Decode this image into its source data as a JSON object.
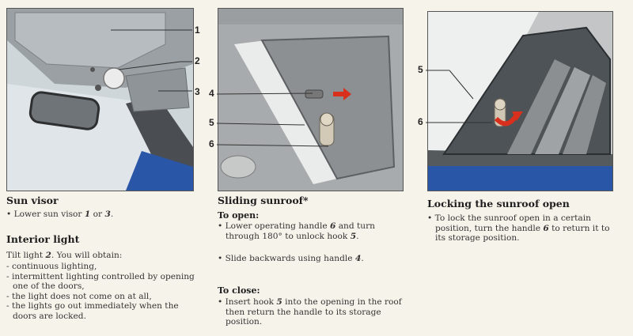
{
  "callouts": {
    "fig1": [
      "1",
      "2",
      "3"
    ],
    "fig2": [
      "4",
      "5",
      "6"
    ],
    "fig3": [
      "5",
      "6"
    ]
  },
  "sun_visor": {
    "title": "Sun visor",
    "line1_pre": "• Lower sun visor ",
    "line1_n1": "1",
    "line1_mid": " or ",
    "line1_n2": "3",
    "line1_post": "."
  },
  "interior_light": {
    "title": "Interior light",
    "intro_pre": "Tilt light ",
    "intro_n": "2",
    "intro_post": ". You will obtain:",
    "items": [
      "- continuous lighting,",
      "- intermittent lighting controlled by opening",
      "  one of the doors,",
      "- the light does not come on at all,",
      "- the lights go out immediately when the",
      "  doors are locked."
    ]
  },
  "sliding_sunroof": {
    "title": "Sliding sunroof*",
    "open_heading": "To open:",
    "open_b1_l1_pre": "• Lower operating handle ",
    "open_b1_l1_n": "6",
    "open_b1_l1_post": " and turn",
    "open_b1_l2_pre": "through 180° to unlock hook ",
    "open_b1_l2_n": "5",
    "open_b1_l2_post": ".",
    "open_b2_pre": "• Slide backwards using handle ",
    "open_b2_n": "4",
    "open_b2_post": ".",
    "close_heading": "To close:",
    "close_l1_pre": "• Insert hook ",
    "close_l1_n": "5",
    "close_l1_post": " into the opening in the roof",
    "close_l2": "then return the handle to its storage",
    "close_l3": "position."
  },
  "locking": {
    "title": "Locking the sunroof open",
    "l1": "• To lock the sunroof open in a certain",
    "l2_pre": "position, turn the handle ",
    "l2_n": "6",
    "l2_post": " to return it to",
    "l3": "its storage position."
  },
  "colors": {
    "page": "#f6f3ea",
    "car_blue": "#2a56a8",
    "arrow_red": "#d9301e"
  }
}
